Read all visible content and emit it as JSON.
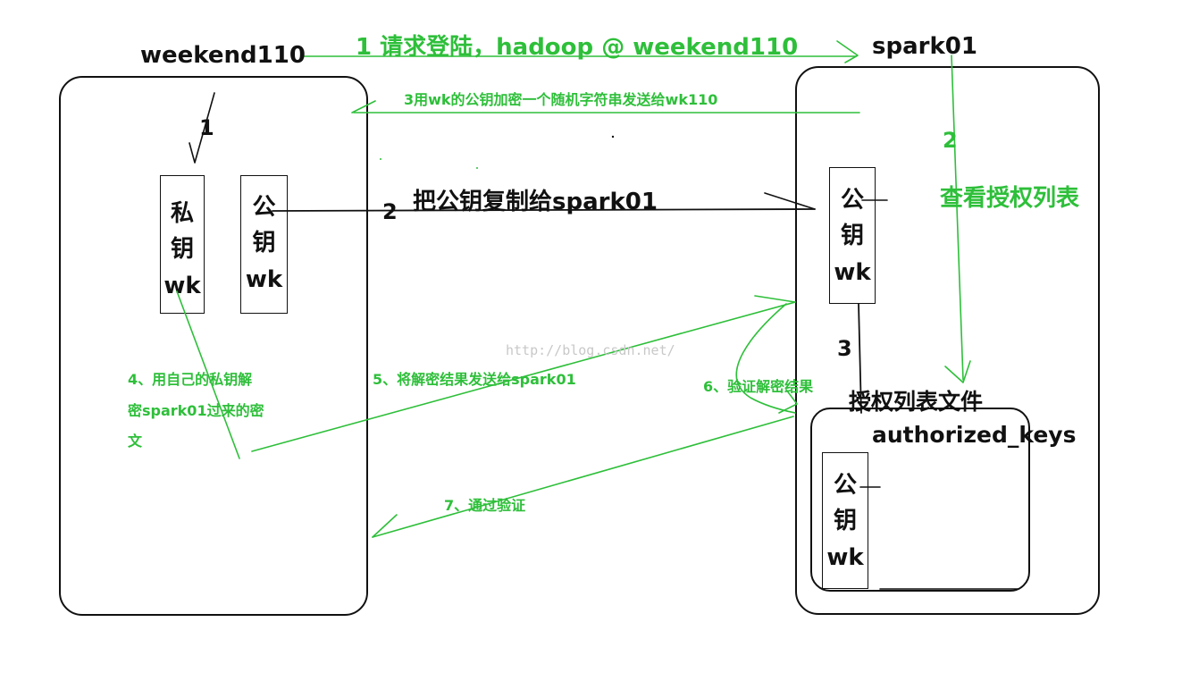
{
  "hosts": {
    "client": "weekend110",
    "server": "spark01"
  },
  "client_keys": {
    "private": {
      "line1": "私",
      "line2": "钥",
      "line3": "wk"
    },
    "public": {
      "line1": "公",
      "line2": "钥",
      "line3": "wk"
    }
  },
  "server_key": {
    "line1": "公",
    "line2": "钥",
    "line3": "wk"
  },
  "auth_file": {
    "title": "授权列表文件",
    "filename": "authorized_keys",
    "key": {
      "line1": "公",
      "line2": "钥",
      "line3": "wk"
    }
  },
  "steps": {
    "s1_login": "1   请求登陆，hadoop @ weekend110",
    "s1_local": "1",
    "s2_copy_num": "2",
    "s2_copy": "把公钥复制给spark01",
    "s2_check_num": "2",
    "s2_check": "查看授权列表",
    "s3_encrypt": "3用wk的公钥加密一个随机字符串发送给wk110",
    "s3_num": "3",
    "s4_line1": "4、用自己的私钥解",
    "s4_line2": "密spark01过来的密",
    "s4_line3": "文",
    "s5": "5、将解密结果发送给spark01",
    "s6": "6、验证解密结果",
    "s7": "7、通过验证"
  },
  "watermark": "http://blog.csdn.net/",
  "colors": {
    "green": "#2ebf3a",
    "black": "#111111"
  }
}
